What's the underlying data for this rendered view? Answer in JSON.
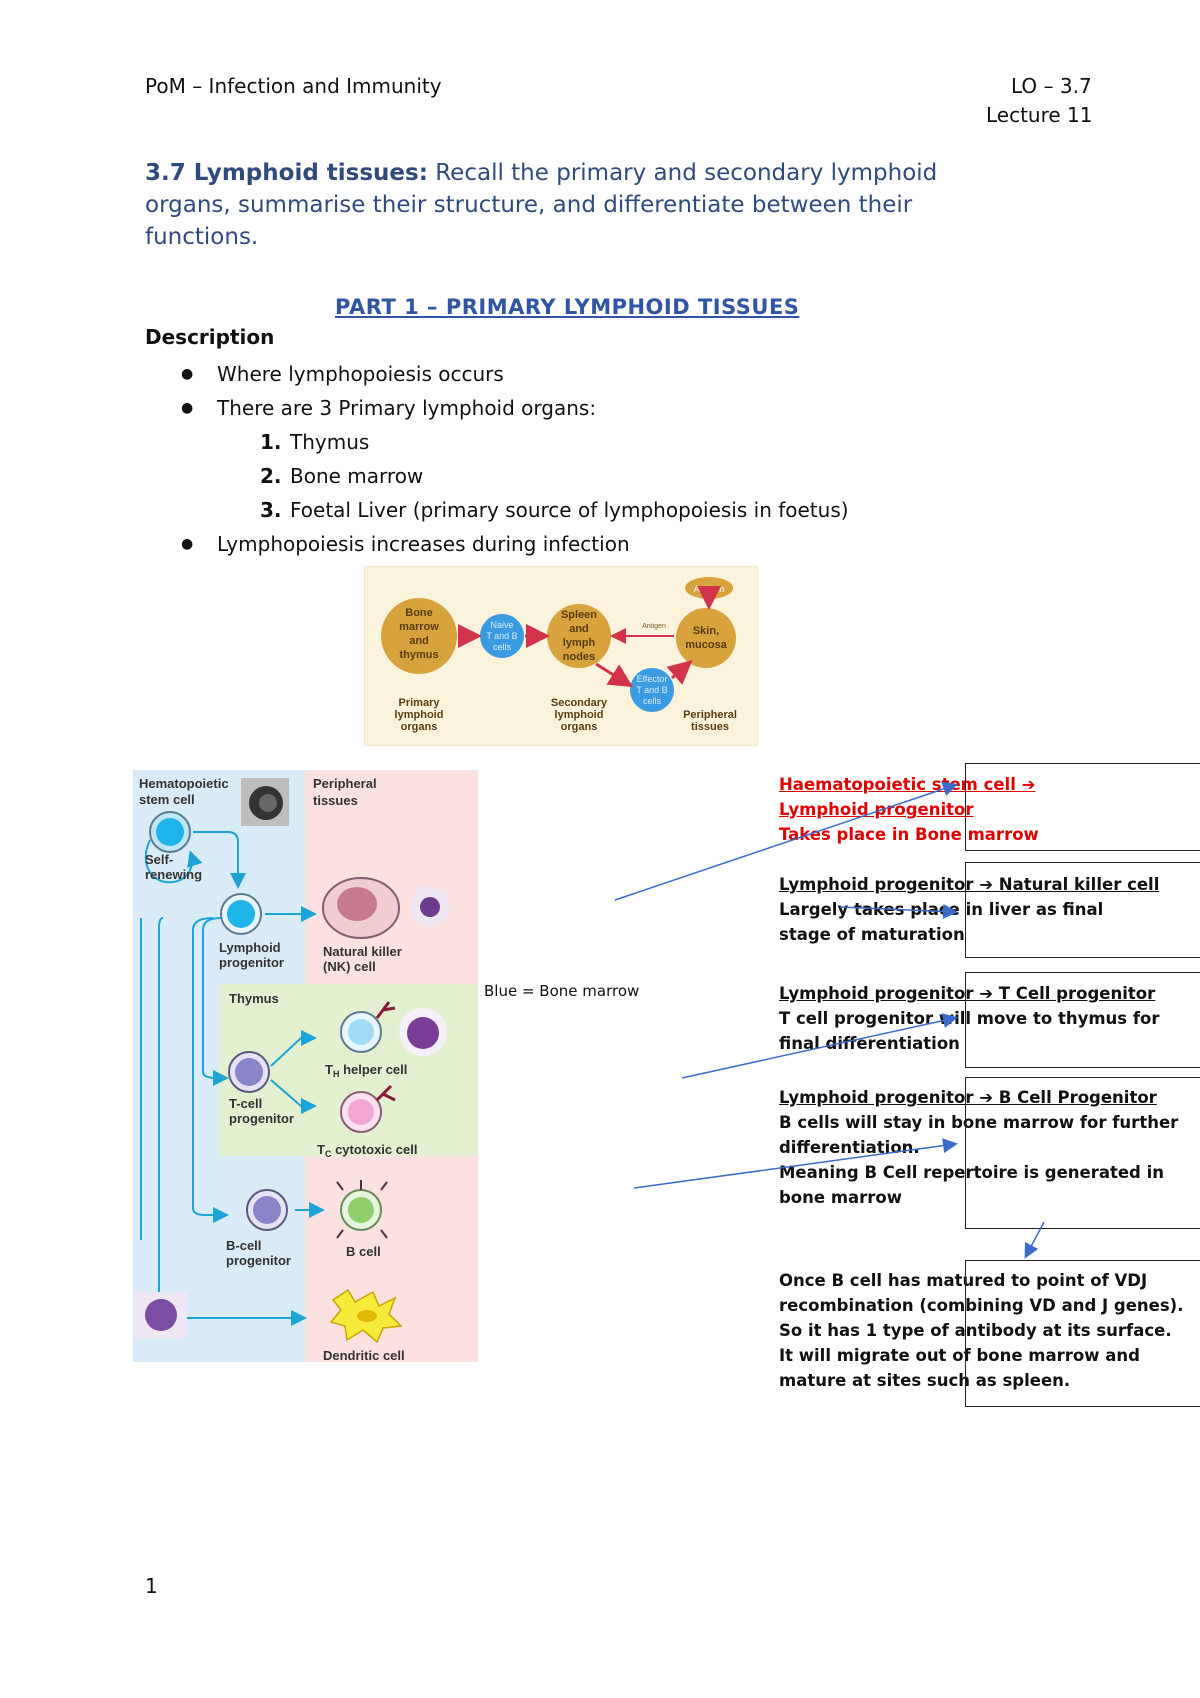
{
  "header": {
    "left": "PoM – Infection and Immunity",
    "right_line1": "LO – 3.7",
    "right_line2": "Lecture 11"
  },
  "objective": {
    "bold": "3.7 Lymphoid tissues:",
    "text": "Recall the primary and secondary lymphoid organs, summarise their structure, and differentiate between their functions."
  },
  "part_heading": "PART 1 – PRIMARY LYMPHOID TISSUES",
  "description": {
    "heading": "Description",
    "bullets": [
      "Where lymphopoiesis occurs",
      "There are 3 Primary lymphoid organs:"
    ],
    "organs": [
      {
        "n": "1.",
        "label": "Thymus"
      },
      {
        "n": "2.",
        "label": "Bone marrow"
      },
      {
        "n": "3.",
        "label": "Foetal Liver (primary source of lymphopoiesis in foetus)"
      }
    ],
    "last_bullet": "Lymphopoiesis increases during infection"
  },
  "small_figure": {
    "nodes": {
      "bone_marrow": [
        "Bone",
        "marrow",
        "and",
        "thymus"
      ],
      "naive": [
        "Naive",
        "T and B",
        "cells"
      ],
      "spleen": [
        "Spleen",
        "and",
        "lymph",
        "nodes"
      ],
      "skin": [
        "Skin,",
        "mucosa"
      ],
      "antigen": "Antigen",
      "effector": [
        "Effector",
        "T and B",
        "cells"
      ],
      "antigen_small": "Antigen"
    },
    "captions": {
      "primary": [
        "Primary",
        "lymphoid",
        "organs"
      ],
      "secondary": [
        "Secondary",
        "lymphoid",
        "organs"
      ],
      "peripheral": [
        "Peripheral",
        "tissues"
      ]
    }
  },
  "cell_diagram": {
    "hsc": [
      "Hematopoietic",
      "stem cell"
    ],
    "peripheral": [
      "Peripheral",
      "tissues"
    ],
    "self_renewing": [
      "Self-",
      "renewing"
    ],
    "lymphoid_progenitor": [
      "Lymphoid",
      "progenitor"
    ],
    "nk": [
      "Natural killer",
      "(NK) cell"
    ],
    "thymus": "Thymus",
    "th_main": "T",
    "th_sub": "H",
    "th_rest": " helper cell",
    "tc_main": "T",
    "tc_sub": "C",
    "tc_rest": " cytotoxic cell",
    "t_progenitor": [
      "T-cell",
      "progenitor"
    ],
    "b_progenitor": [
      "B-cell",
      "progenitor"
    ],
    "b_cell": "B cell",
    "dendritic": "Dendritic cell"
  },
  "blue_note": "Blue = Bone marrow",
  "notes": {
    "n1_title": "Haematopoietic stem cell ➔ Lymphoid progenitor",
    "n1_body": "Takes place in Bone marrow",
    "n2_title": "Lymphoid progenitor ➔ Natural killer cell",
    "n2_body": "Largely takes place in liver as final stage of maturation",
    "n3_title": "Lymphoid progenitor ➔ T Cell progenitor",
    "n3_body": "T cell progenitor will move to thymus for final differentiation",
    "n4_title": "Lymphoid progenitor ➔ B Cell Progenitor",
    "n4_body1": "B cells will stay in bone marrow for further differentiation.",
    "n4_body2": "Meaning B Cell repertoire is generated in bone marrow",
    "n5_body": "Once B cell has matured to point of VDJ recombination (combining VD and J genes). So it has 1 type of antibody at its surface. It will migrate out of bone marrow and mature at sites such as spleen."
  },
  "page_number": "1",
  "colors": {
    "title_blue": "#2f4a7c",
    "part_blue": "#2f55a4",
    "note_red": "#e00000",
    "arrow_blue": "#3a6cc8",
    "bone_marrow_blue": "#d8ebf7",
    "peripheral_pink": "#fbe1df",
    "thymus_green": "#e3f0cf"
  }
}
